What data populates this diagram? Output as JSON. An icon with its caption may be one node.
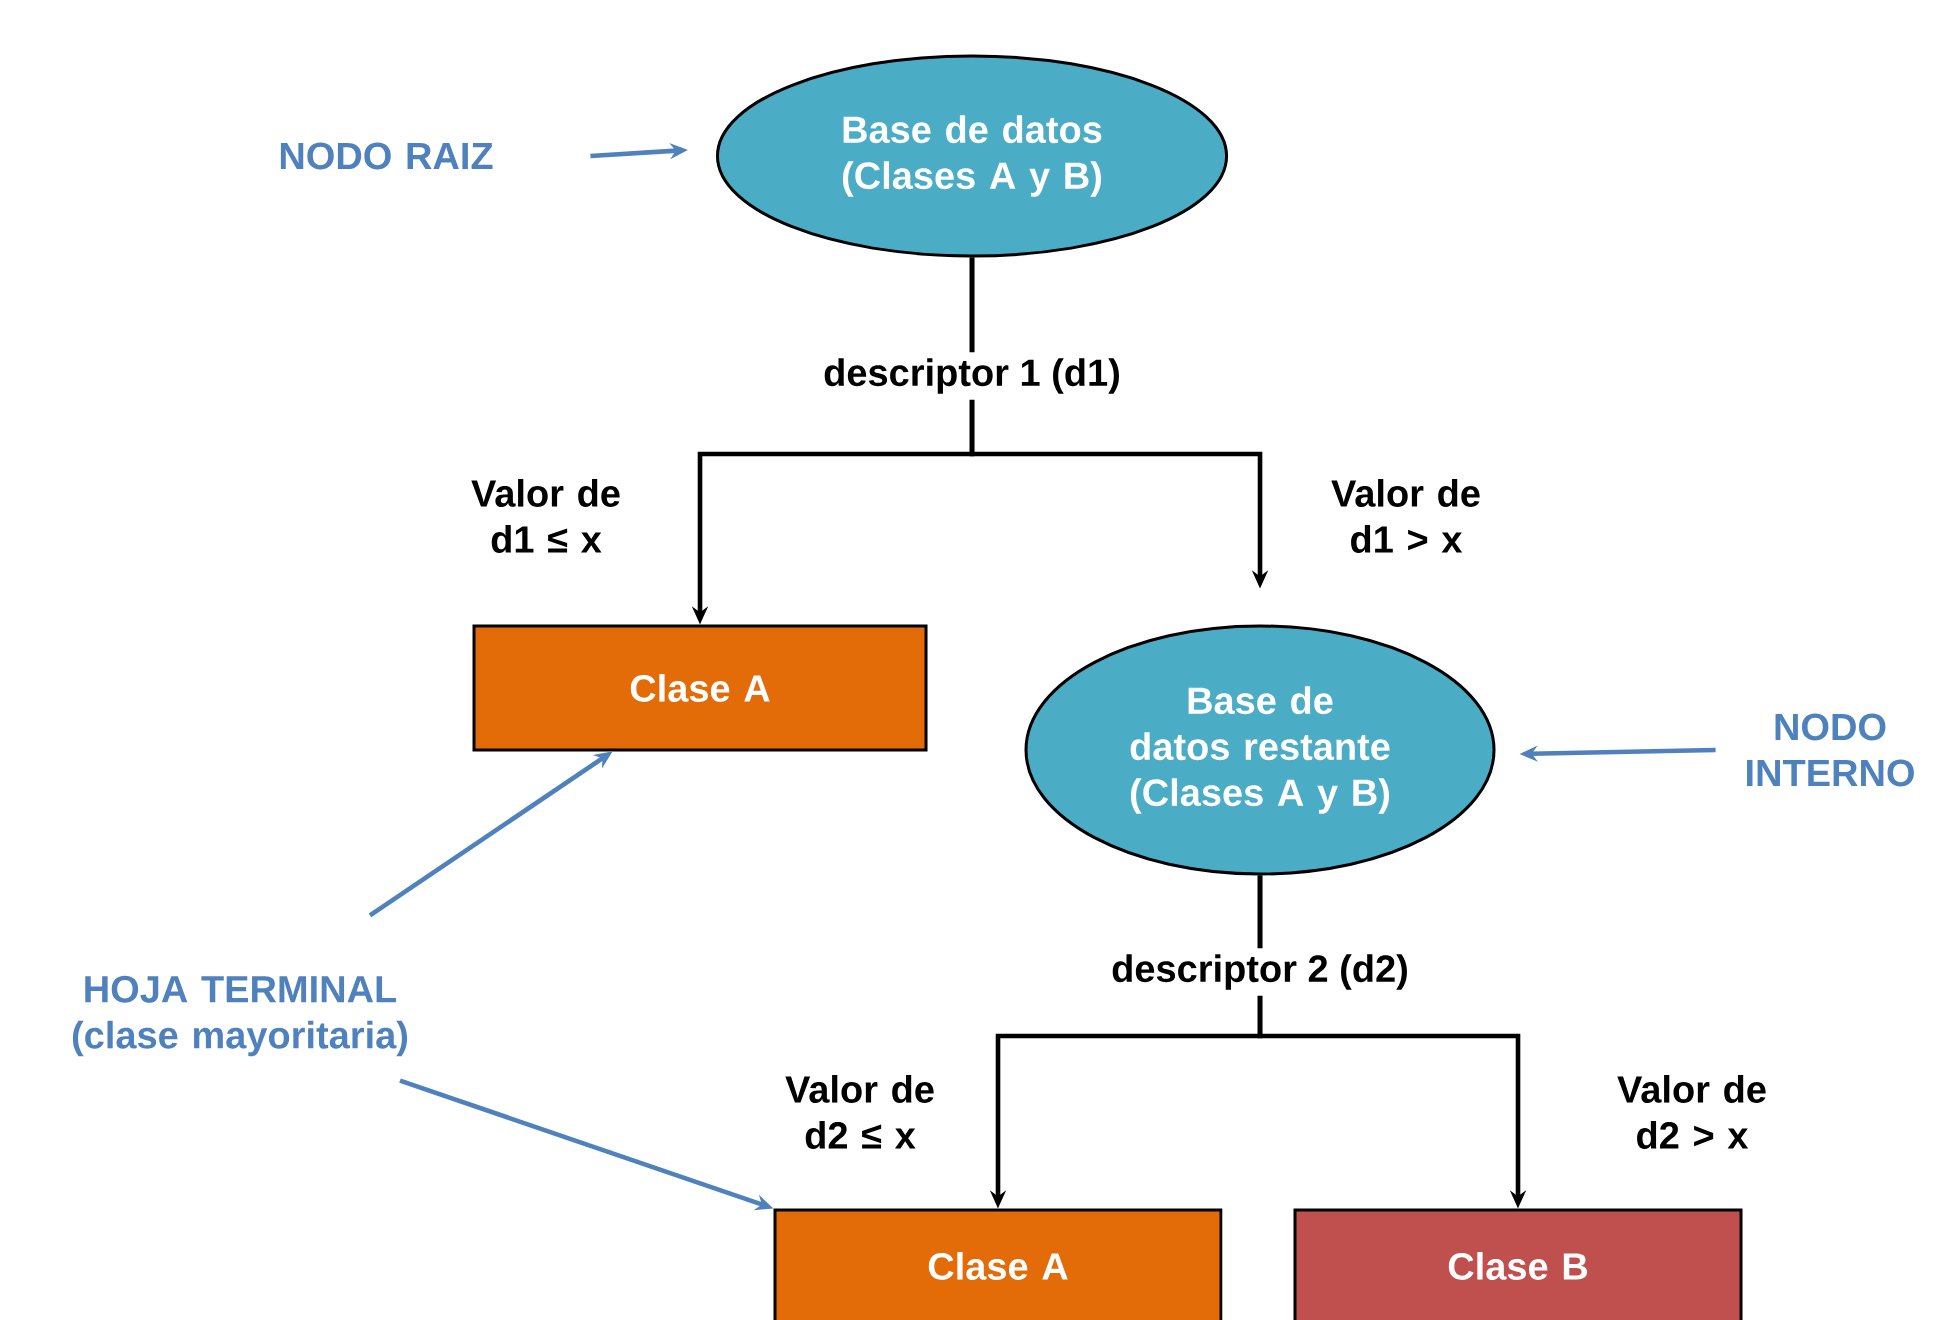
{
  "diagram": {
    "nodes": [
      {
        "text": [
          "Base de datos (Clases A y B)"
        ]
      },
      {
        "text": [
          "NODO RAIZ"
        ]
      },
      {
        "text": [
          "Clase A"
        ]
      },
      {
        "text": [
          "Base de datos restante (Clases A y B)"
        ]
      },
      {
        "text": [
          "NODO INTERNO"
        ]
      },
      {
        "text": [
          "Clase A"
        ]
      },
      {
        "text": [
          "Clase B"
        ]
      },
      {
        "text": [
          "HOJA TERMINAL (clase mayoritaria)"
        ]
      }
    ],
    "edges": [
      {
        "from": 1,
        "to": 0,
        "arrow": "to",
        "color": "#4f81bd"
      },
      {
        "from": 0,
        "to": 2,
        "arrow": "to",
        "label": "Valor de d1 ≤ x",
        "color": "#000000"
      },
      {
        "from": 0,
        "to": 3,
        "arrow": "to",
        "label": "Valor de d1 > x",
        "color": "#000000"
      },
      {
        "from": 4,
        "to": 3,
        "arrow": "to",
        "color": "#4f81bd"
      },
      {
        "from": 7,
        "to": 2,
        "arrow": "to",
        "color": "#4f81bd"
      },
      {
        "from": 3,
        "to": 5,
        "arrow": "to",
        "label": "Valor de d2 ≤ x",
        "color": "#000000"
      },
      {
        "from": 3,
        "to": 6,
        "arrow": "to",
        "label": "Valor de d2 > x",
        "color": "#000000"
      },
      {
        "from": 7,
        "to": 5,
        "arrow": "to",
        "color": "#4f81bd"
      }
    ],
    "labels": [
      "descriptor 1 (d1)",
      "descriptor 2 (d2)"
    ]
  }
}
